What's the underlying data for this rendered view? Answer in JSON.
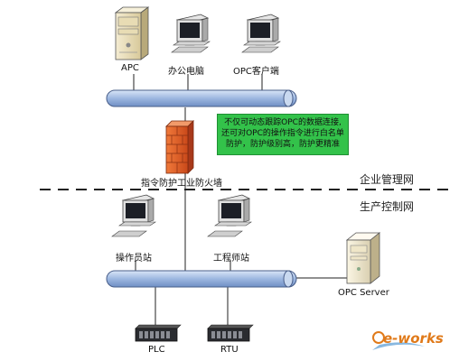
{
  "devices": {
    "apc": "APC",
    "office_pc": "办公电脑",
    "opc_client": "OPC客户端",
    "firewall": "指令防护工业防火墙",
    "operator_station": "操作员站",
    "engineer_station": "工程师站",
    "opc_server": "OPC Server",
    "plc": "PLC",
    "rtu": "RTU"
  },
  "zones": {
    "enterprise": "企业管理网",
    "production": "生产控制网"
  },
  "firewall_note": {
    "line1": "不仅可动态跟踪OPC的数据连接,",
    "line2": "还可对OPC的操作指令进行白名单",
    "line3": "防护，防护级别高，防护更精准"
  },
  "watermark": "e-works",
  "colors": {
    "bus": "#9db7e0",
    "note_bg": "#33c24a",
    "firewall": "#e0622a"
  }
}
